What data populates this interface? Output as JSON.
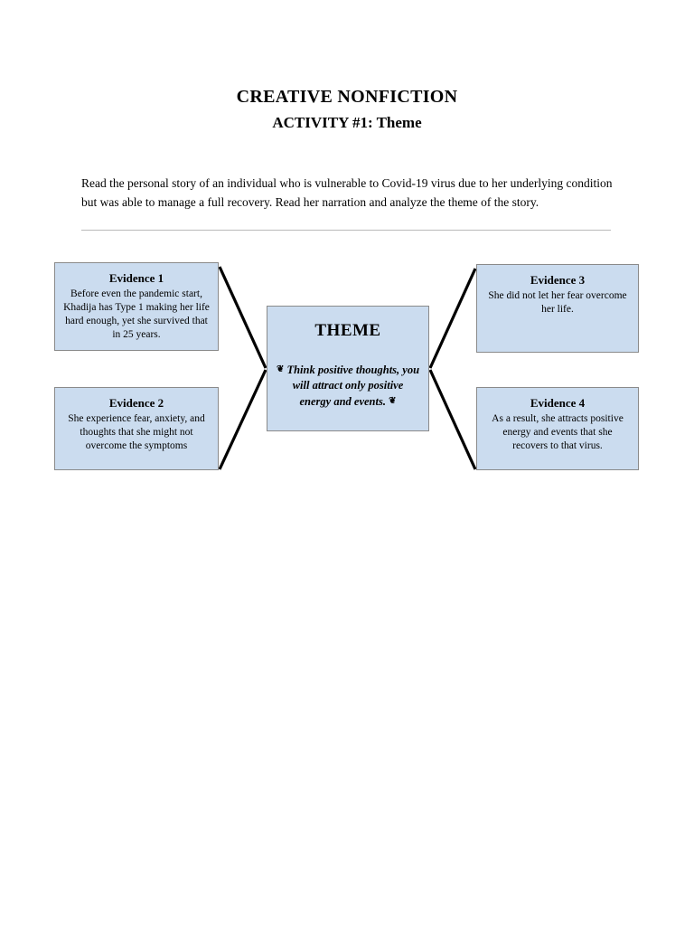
{
  "document": {
    "title": "CREATIVE NONFICTION",
    "subtitle": "ACTIVITY #1: Theme",
    "intro": "Read the personal story of an individual who is vulnerable to Covid-19 virus due to her underlying condition but was able to manage a full recovery. Read her narration and analyze the theme of the story."
  },
  "diagram": {
    "type": "theme-web",
    "center": {
      "heading": "THEME",
      "statement": "Think positive thoughts, you will attract only positive energy and events.",
      "open_quote_glyph": "❦",
      "close_quote_glyph": "❦"
    },
    "nodes": [
      {
        "id": "evidence-1",
        "title": "Evidence 1",
        "body": "Before even the pandemic start, Khadija has Type 1 making her life hard enough, yet she survived that in 25 years.",
        "side": "left"
      },
      {
        "id": "evidence-2",
        "title": "Evidence 2",
        "body": "She experience fear, anxiety, and thoughts that she might not overcome the symptoms",
        "side": "left"
      },
      {
        "id": "evidence-3",
        "title": "Evidence 3",
        "body": "She did not let her fear overcome her life.",
        "side": "right"
      },
      {
        "id": "evidence-4",
        "title": "Evidence 4",
        "body": "As a result, she attracts positive energy and events that she recovers to that virus.",
        "side": "right"
      }
    ],
    "colors": {
      "box_fill": "#cbdcef",
      "box_border": "#8a8a8a",
      "connector": "#000000",
      "divider": "#b9b9b9",
      "page_background": "#ffffff",
      "text": "#000000"
    }
  }
}
